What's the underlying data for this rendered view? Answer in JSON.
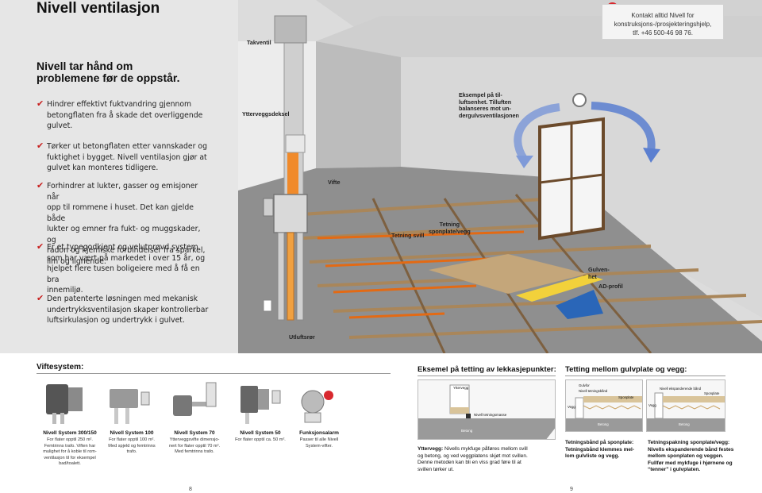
{
  "title": "Nivell ventilasjon",
  "contact": {
    "lines": [
      "Kontakt alltid Nivell for",
      "konstruksjons-/prosjekteringshjelp,",
      "tlf. +46 500-46 98 76."
    ],
    "alert_symbol": "!"
  },
  "intro_heading": [
    "Nivell tar hånd om",
    "problemene før de oppstår."
  ],
  "bullets": [
    [
      "Hindrer effektivt fuktvandring gjennom",
      "betongflaten fra å skade det overliggende",
      "gulvet."
    ],
    [
      "Tørker ut betongflaten etter vannskader og",
      "fuktighet i bygget. Nivell ventilasjon gjør at",
      "gulvet kan monteres tidligere."
    ],
    [
      "Forhindrer at lukter, gasser og emisjoner når",
      "opp til rommene i huset. Det kan gjelde både",
      "lukter og emner fra fukt- og muggskader, og",
      "radon og kjemiske forbindelser fra sparkel,",
      "lim og lignende."
    ],
    [
      "Er et typegodkjent og velutprøvd system",
      "som har vært på markedet i over 15 år, og",
      "hjelpet flere tusen boligeiere med å få en bra",
      "innemiljø."
    ],
    [
      "Den patenterte løsningen med mekanisk",
      "undertrykksventilasjon skaper kontrollerbar",
      "luftsirkulasjon og undertrykk i gulvet."
    ]
  ],
  "check_symbol": "✔",
  "illustration_labels": {
    "takventil": "Takventil",
    "ytterveggsdeksel": "Ytterveggsdeksel",
    "eksempel": [
      "Eksempel på til-",
      "luftsenhet. Tilluften",
      "balanseres mot un-",
      "dergulvsventilasjonen"
    ],
    "vifte": "Vifte",
    "tetning_spon": [
      "Tetning",
      "sponplate/vegg"
    ],
    "tetning_svill": "Tetning svill",
    "gulvenhet": [
      "Gulven-",
      "het"
    ],
    "ad_profil": "AD-profil",
    "utluftsror": "Utluftsrør"
  },
  "viftesystem": {
    "heading": "Viftesystem:",
    "units": [
      {
        "name": "Nivell System 300/150",
        "desc": [
          "For flater opptil 250 m².",
          "Femtrinns trafo. Viften har",
          "mulighet for å koble til rom-",
          "ventilasjon til for eksempel",
          "bad/toalett."
        ]
      },
      {
        "name": "Nivell System 100",
        "desc": [
          "For flater opptil 100 m².",
          "Med spjeld og femtrinns",
          "trafo."
        ]
      },
      {
        "name": "Nivell System 70",
        "desc": [
          "Ytterveggsvifte dimensjo-",
          "nert for flater opptil 70 m².",
          "Med femtrinns trafo."
        ]
      },
      {
        "name": "Nivell System 50",
        "desc": [
          "For flater opptil ca. 50 m²."
        ]
      },
      {
        "name": "Funksjonsalarm",
        "desc": [
          "Passer til alle Nivell",
          "System-vifter."
        ]
      }
    ]
  },
  "leak": {
    "heading": "Eksemel på tetting av lekkasjepunkter:",
    "diagram_labels": {
      "yttervegg": "Yttervegg",
      "tetningsmasse": "Nivell tetningsmasse",
      "betong": "Betong"
    },
    "note_bold": "Yttervegg:",
    "note": [
      " Nivells mykfuge påføres mellom svill",
      "og betong, og ved veggplatens skjøt mot svillen.",
      "Denne metoden kan bli en viss grad føre til at",
      "svillen tørker ut."
    ]
  },
  "gulv": {
    "heading": "Tetting mellom gulvplate og vegg:",
    "diagram1_labels": {
      "gulvfor": "Gulvfor",
      "tetningsband": "Nivell tetningsbånd",
      "sponplate": "Sponplate",
      "vegg": "Vegg",
      "betong": "Betong"
    },
    "diagram2_labels": {
      "ekspanderende": "Nivell ekspanderende bånd",
      "sponplate": "Sponplate",
      "vegg": "Vegg",
      "betong": "Betong"
    },
    "note1_bold": [
      "Tetningsbånd på sponplate:",
      "Tetningsbånd klemmes mel-"
    ],
    "note1": [
      "lom gulvliste og vegg."
    ],
    "note2_bold": [
      "Tetningspakning sponplate/vegg:",
      "Nivells ekspanderende bånd festes",
      "mellom sponplaten og veggen.",
      "Fullfør med mykfuge i hjørnene og",
      "“tenner” i gulvplaten."
    ]
  },
  "page_numbers": [
    "8",
    "9"
  ],
  "colors": {
    "band": "#e6e6e6",
    "check": "#c8201f",
    "alert": "#d8282e"
  }
}
